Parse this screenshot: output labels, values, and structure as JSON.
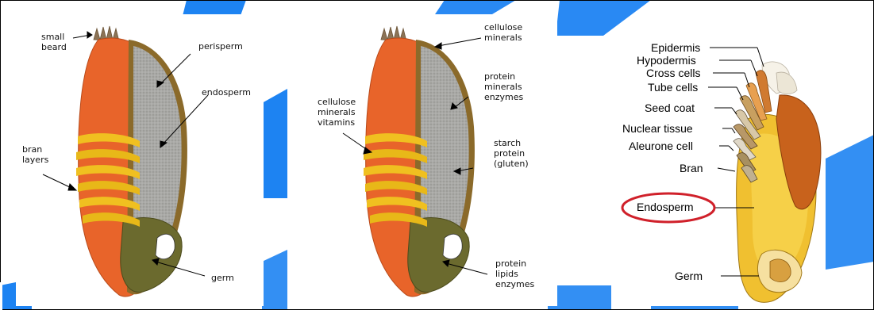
{
  "colors": {
    "accent_blue": "#1d83f2",
    "bran_orange": "#e8642a",
    "endosperm_gray": "#a9a9a6",
    "germ_olive": "#6b6a2e",
    "highlight_red": "#d0202a",
    "panel3_yellow": "#f0c030"
  },
  "diagram1": {
    "labels": {
      "small_beard": "small\nbeard",
      "perisperm": "perisperm",
      "endosperm": "endosperm",
      "bran_layers": "bran\nlayers",
      "germ": "germ"
    }
  },
  "diagram2": {
    "labels": {
      "cellulose_minerals": "cellulose\nminerals",
      "protein_minerals_enzymes": "protein\nminerals\nenzymes",
      "cellulose_minerals_vitamins": "cellulose\nminerals\nvitamins",
      "starch_protein_gluten": "starch\nprotein\n(gluten)",
      "protein_lipids_enzymes": "protein\nlipids\nenzymes"
    }
  },
  "diagram3": {
    "labels": {
      "epidermis": "Epidermis",
      "hypodermis": "Hypodermis",
      "cross_cells": "Cross cells",
      "tube_cells": "Tube cells",
      "seed_coat": "Seed coat",
      "nuclear_tissue": "Nuclear tissue",
      "aleurone_cell": "Aleurone cell",
      "bran": "Bran",
      "endosperm": "Endosperm",
      "germ": "Germ"
    },
    "highlighted": "Endosperm"
  }
}
